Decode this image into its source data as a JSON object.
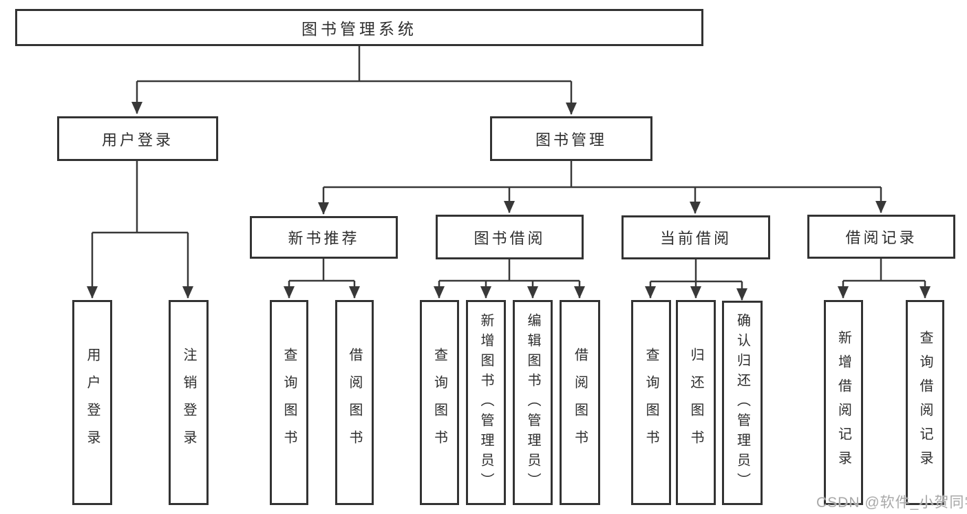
{
  "diagram_title": "图书管理系统",
  "colors": {
    "line": "#383838",
    "box_border": "#333333",
    "text": "#2e2e2e",
    "watermark": "#a8a8a8",
    "background": "#ffffff"
  },
  "nodes": {
    "root": {
      "label": "图书管理系统"
    },
    "level2": [
      {
        "label": "用户登录"
      },
      {
        "label": "图书管理"
      }
    ],
    "level3": [
      {
        "label": "新书推荐",
        "parent": "图书管理"
      },
      {
        "label": "图书借阅",
        "parent": "图书管理"
      },
      {
        "label": "当前借阅",
        "parent": "图书管理"
      },
      {
        "label": "借阅记录",
        "parent": "图书管理"
      }
    ],
    "leaves": [
      {
        "label": "用户登录",
        "parent": "用户登录"
      },
      {
        "label": "注销登录",
        "parent": "用户登录"
      },
      {
        "label": "查询图书",
        "parent": "新书推荐"
      },
      {
        "label": "借阅图书",
        "parent": "新书推荐"
      },
      {
        "label": "查询图书",
        "parent": "图书借阅"
      },
      {
        "label": "新增图书（管理员）",
        "parent": "图书借阅"
      },
      {
        "label": "编辑图书（管理员）",
        "parent": "图书借阅"
      },
      {
        "label": "借阅图书",
        "parent": "图书借阅"
      },
      {
        "label": "查询图书",
        "parent": "当前借阅"
      },
      {
        "label": "归还图书",
        "parent": "当前借阅"
      },
      {
        "label": "确认归还（管理员）",
        "parent": "当前借阅"
      },
      {
        "label": "新增借阅记录",
        "parent": "借阅记录"
      },
      {
        "label": "查询借阅记录",
        "parent": "借阅记录"
      }
    ]
  },
  "watermark": "CSDN @软件_小贺同学"
}
